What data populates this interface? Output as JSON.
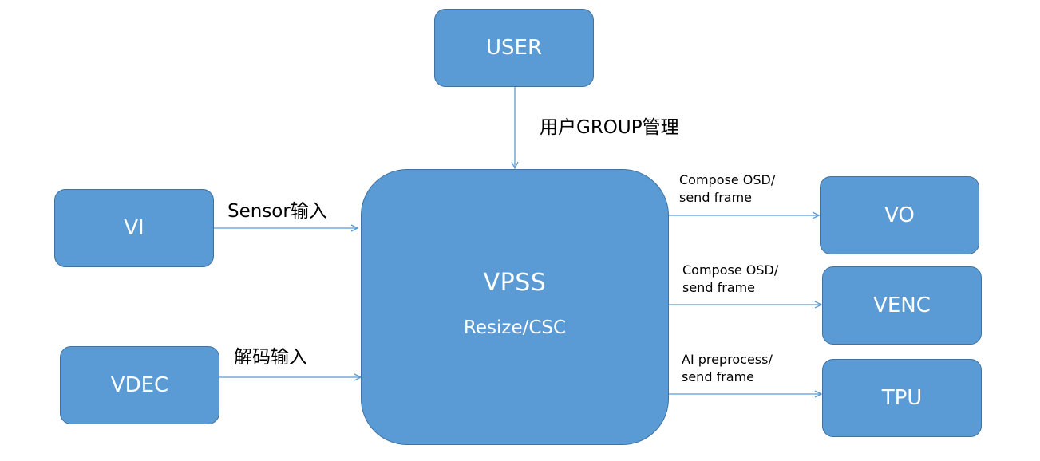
{
  "nodes": {
    "user": "USER",
    "vi": "VI",
    "vdec": "VDEC",
    "vpss": {
      "title": "VPSS",
      "subtitle": "Resize/CSC"
    },
    "vo": "VO",
    "venc": "VENC",
    "tpu": "TPU"
  },
  "edges": {
    "user_to_vpss": "用户GROUP管理",
    "vi_to_vpss": "Sensor输入",
    "vdec_to_vpss": "解码输入",
    "vpss_to_vo": {
      "line1": "Compose OSD/",
      "line2": "send frame"
    },
    "vpss_to_venc": {
      "line1": "Compose OSD/",
      "line2": "send frame"
    },
    "vpss_to_tpu": {
      "line1": "AI preprocess/",
      "line2": "send frame"
    }
  },
  "colors": {
    "box_fill": "#5b9bd5",
    "box_border": "#41719c",
    "arrow": "#5b9bd5"
  }
}
